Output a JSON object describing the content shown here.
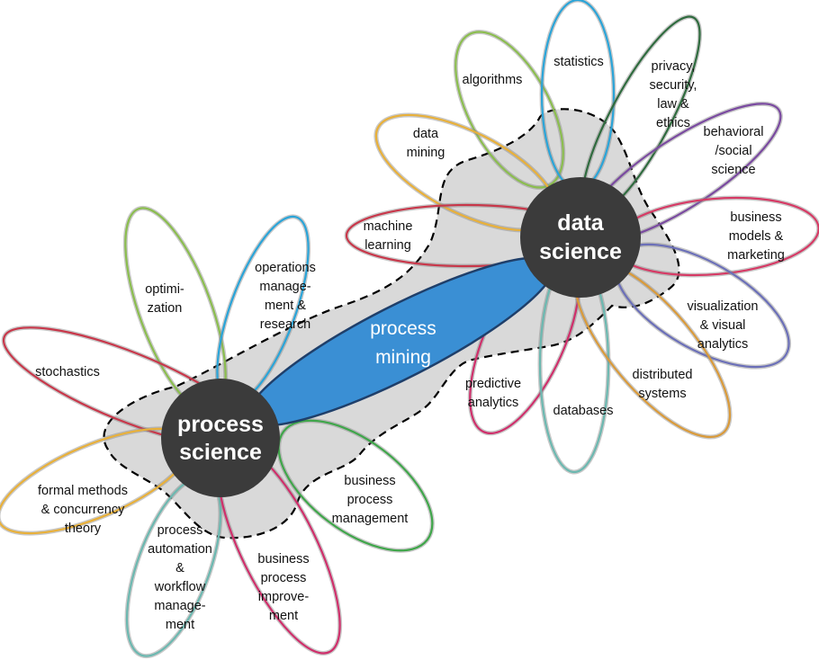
{
  "hubs": {
    "process_science": [
      "process",
      "science"
    ],
    "data_science": [
      "data",
      "science"
    ]
  },
  "bridge": [
    "process",
    "mining"
  ],
  "process_science_topics": [
    {
      "lines": [
        "optimi-",
        "zation"
      ],
      "color": "#8bbd4f"
    },
    {
      "lines": [
        "operations",
        "manage-",
        "ment &",
        "research"
      ],
      "color": "#2aa4d8"
    },
    {
      "lines": [
        "stochastics"
      ],
      "color": "#c8374a"
    },
    {
      "lines": [
        "formal methods",
        "& concurrency",
        "theory"
      ],
      "color": "#e8b03a"
    },
    {
      "lines": [
        "process",
        "automation",
        "&",
        "workflow",
        "manage-",
        "ment"
      ],
      "color": "#6cb8b0"
    },
    {
      "lines": [
        "business",
        "process",
        "improve-",
        "ment"
      ],
      "color": "#cf2f6b"
    },
    {
      "lines": [
        "business",
        "process",
        "management"
      ],
      "color": "#3fa64a"
    }
  ],
  "data_science_topics": [
    {
      "lines": [
        "algorithms"
      ],
      "color": "#8bbd4f"
    },
    {
      "lines": [
        "statistics"
      ],
      "color": "#2aa4d8"
    },
    {
      "lines": [
        "privacy,",
        "security,",
        "law &",
        "ethics"
      ],
      "color": "#2f6b3e"
    },
    {
      "lines": [
        "behavioral",
        "/social",
        "science"
      ],
      "color": "#7a4aa0"
    },
    {
      "lines": [
        "data",
        "mining"
      ],
      "color": "#e8b03a"
    },
    {
      "lines": [
        "machine",
        "learning"
      ],
      "color": "#c8374a"
    },
    {
      "lines": [
        "business",
        "models &",
        "marketing"
      ],
      "color": "#d63a65"
    },
    {
      "lines": [
        "visualization",
        "& visual",
        "analytics"
      ],
      "color": "#6b6fb8"
    },
    {
      "lines": [
        "predictive",
        "analytics"
      ],
      "color": "#cf2f6b"
    },
    {
      "lines": [
        "databases"
      ],
      "color": "#6cb8b0"
    },
    {
      "lines": [
        "distributed",
        "systems"
      ],
      "color": "#d99a3a"
    }
  ],
  "colors": {
    "hub_fill": "#3b3b3b",
    "bridge_fill": "#3a8fd4",
    "blob_fill": "#d9d9d9"
  }
}
